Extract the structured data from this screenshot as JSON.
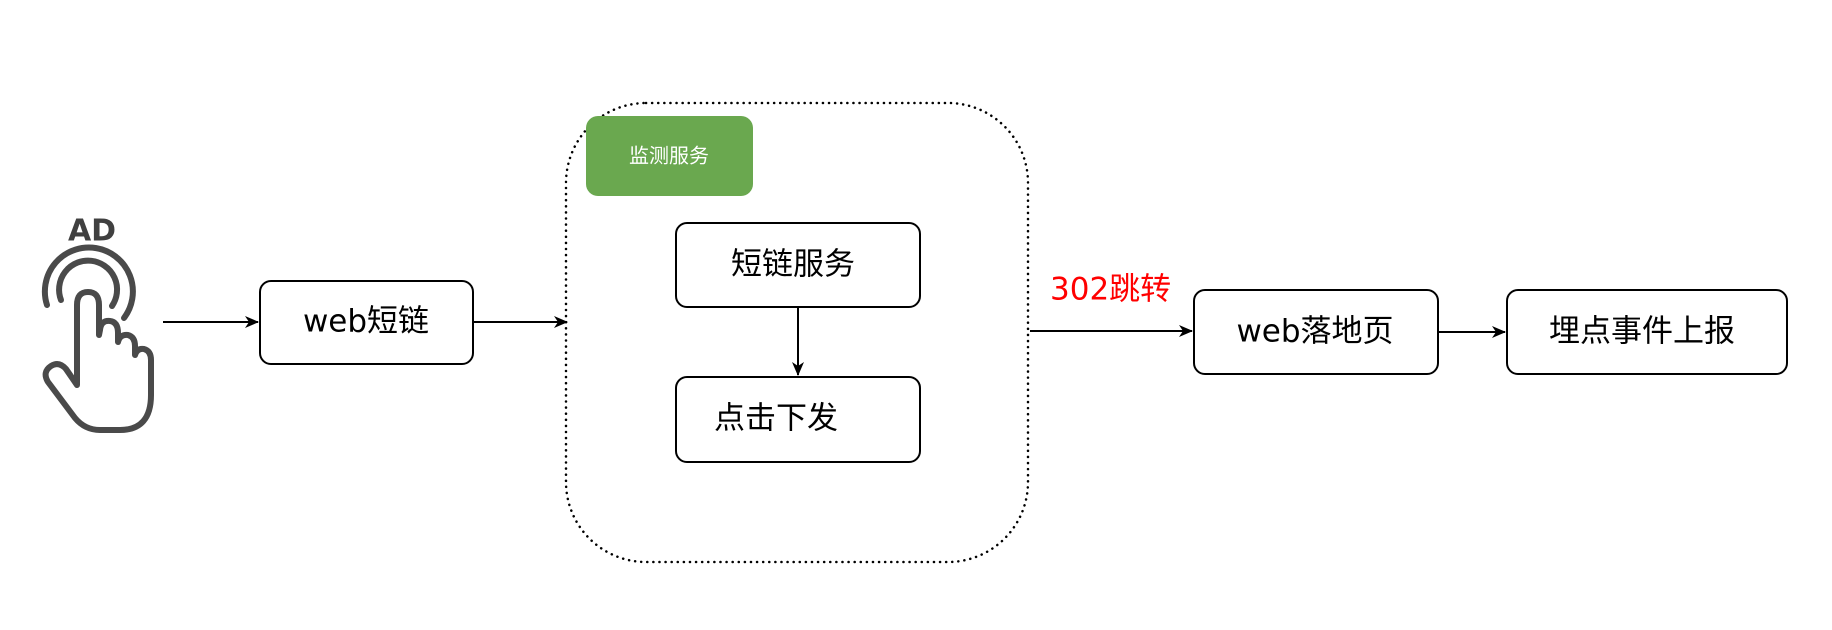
{
  "ad_icon": {
    "icon": "tap-hand-icon",
    "label": "AD"
  },
  "nodes": {
    "web_short_link": "web短链",
    "monitor_service": "监测服务",
    "short_link_service": "短链服务",
    "click_dispatch": "点击下发",
    "web_landing_page": "web落地页",
    "event_report": "埋点事件上报"
  },
  "edges": {
    "redirect_label": "302跳转"
  },
  "colors": {
    "badge": "#6aa84f",
    "redirect_label": "#ff0000",
    "stroke": "#000000"
  }
}
